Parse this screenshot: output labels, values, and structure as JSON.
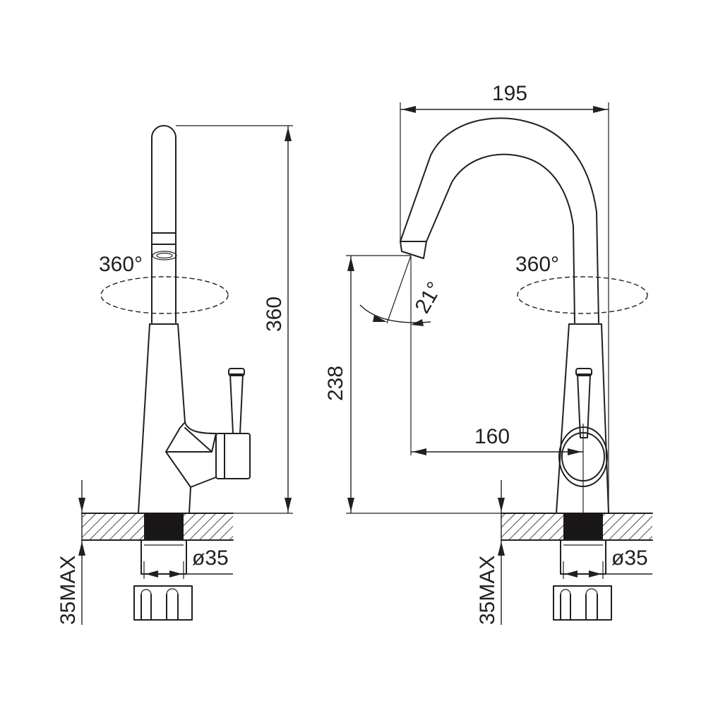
{
  "diagram": {
    "line_color": "#231f20",
    "left_view": {
      "rotation_label": "360°",
      "height_label": "360",
      "hole_diameter_label": "ø35",
      "max_thickness_label": "35MAX"
    },
    "right_view": {
      "reach_label": "195",
      "rotation_label": "360°",
      "angle_label": "21°",
      "spout_height_label": "238",
      "spout_offset_label": "160",
      "hole_diameter_label": "ø35",
      "max_thickness_label": "35MAX"
    }
  }
}
